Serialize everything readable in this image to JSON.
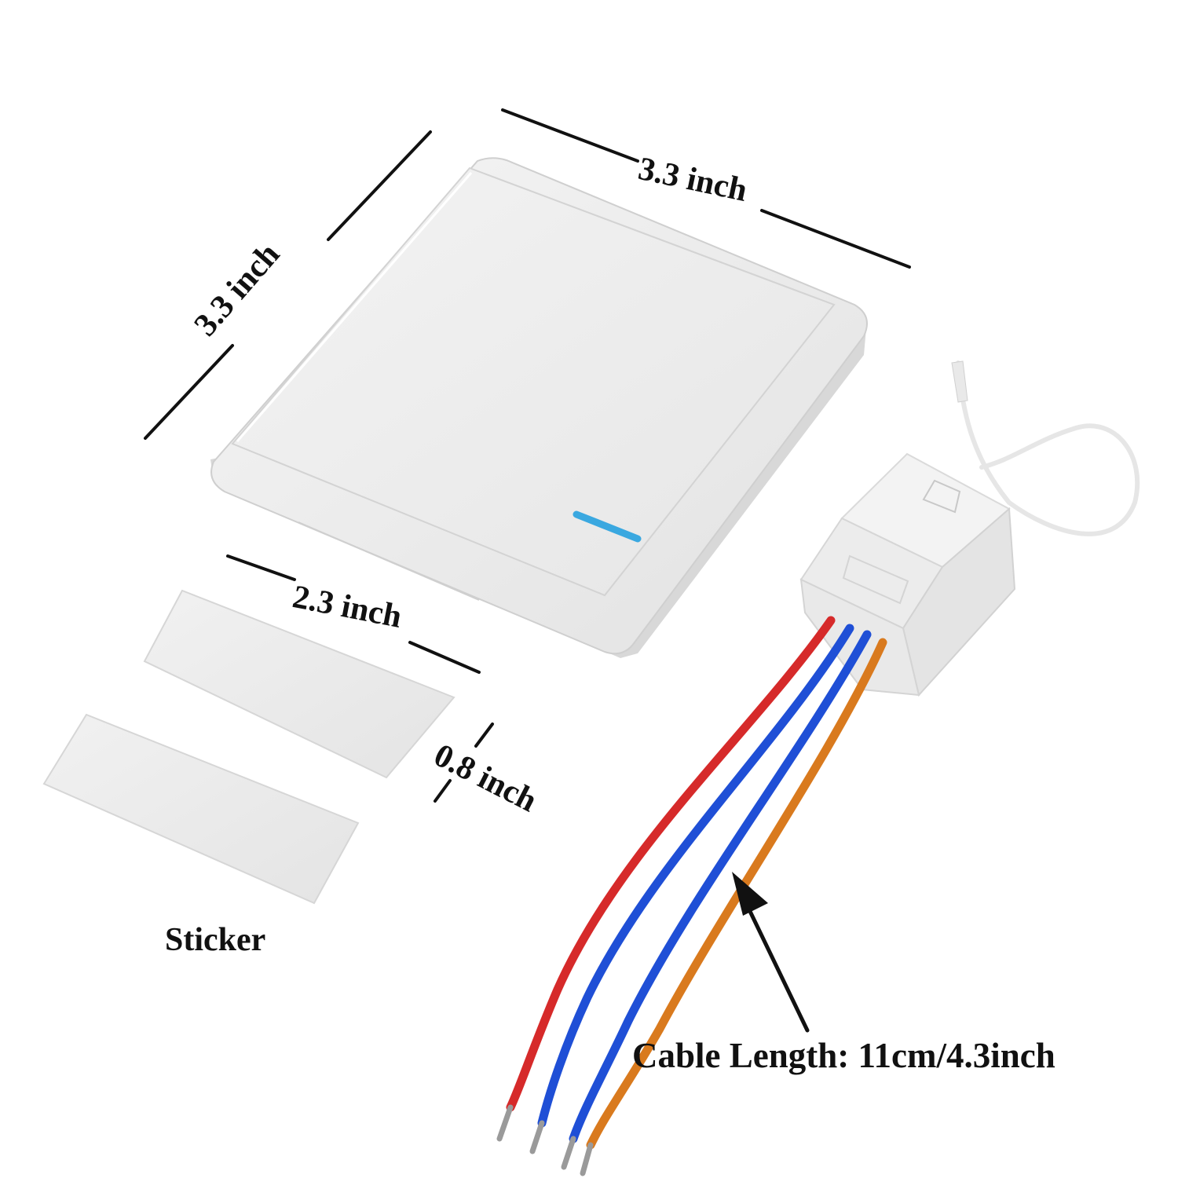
{
  "labels": {
    "switch_width": "3.3 inch",
    "switch_height": "3.3 inch",
    "sticker_width": "2.3 inch",
    "sticker_height": "0.8 inch",
    "sticker": "Sticker",
    "cable_length": "Cable Length: 11cm/4.3inch"
  },
  "colors": {
    "wire_red": "#d62a2a",
    "wire_blue": "#1f4fd6",
    "wire_orange": "#d97a1e",
    "indicator": "#3aa8e0",
    "plastic": "#eeeeee"
  }
}
